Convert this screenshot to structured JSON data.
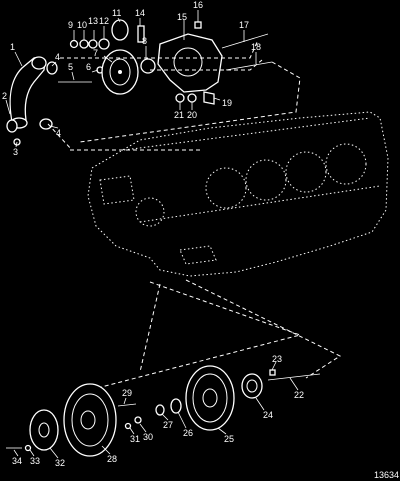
{
  "diagram": {
    "reference_number": "13634",
    "callouts": {
      "c1": "1",
      "c2": "2",
      "c3": "3",
      "c4a": "4",
      "c4b": "4",
      "c5": "5",
      "c6": "6",
      "c7": "7",
      "c8": "8",
      "c9": "9",
      "c10": "10",
      "c11": "11",
      "c12": "12",
      "c13": "13",
      "c14": "14",
      "c15": "15",
      "c16": "16",
      "c17": "17",
      "c18": "18",
      "c19": "19",
      "c20": "20",
      "c21": "21",
      "c22": "22",
      "c23": "23",
      "c24": "24",
      "c25": "25",
      "c26": "26",
      "c27": "27",
      "c28": "28",
      "c29": "29",
      "c30": "30",
      "c31": "31",
      "c32": "32",
      "c33": "33",
      "c34": "34"
    }
  }
}
